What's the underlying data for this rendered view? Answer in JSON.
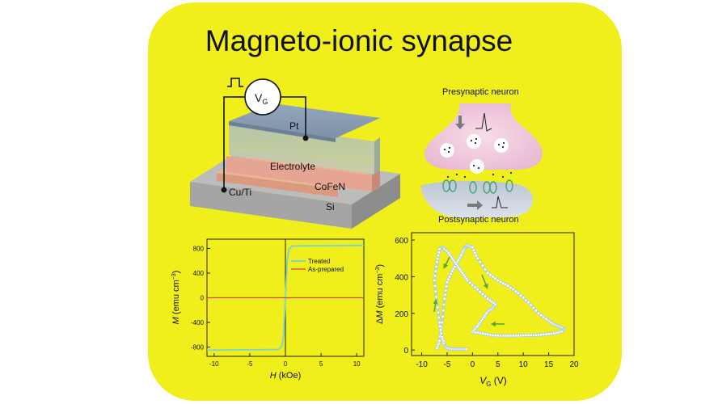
{
  "title": "Magneto-ionic synapse",
  "device": {
    "vg_label": "V",
    "vg_sub": "G",
    "layers": {
      "pt": "Pt",
      "electrolyte": "Electrolyte",
      "cofen": "CoFeN",
      "si": "Si",
      "cuti": "Cu/Ti"
    }
  },
  "neuron": {
    "pre_label": "Presynaptic neuron",
    "post_label": "Postsynaptic neuron"
  },
  "colors": {
    "panel": "#f0ef1c",
    "treated": "#7fd6c6",
    "as_prepared": "#d8453b",
    "data_points": "#a9c9de",
    "arrow": "#5aa83a"
  },
  "chart_data": [
    {
      "type": "line",
      "xlabel_italic": "H",
      "xlabel_rest": " (kOe)",
      "ylabel_italic": "M",
      "ylabel_rest": " (emu cm",
      "ylabel_sup": "−3",
      "ylabel_close": ")",
      "xlim": [
        -11,
        11
      ],
      "ylim": [
        -950,
        950
      ],
      "xticks": [
        -10,
        -5,
        0,
        5,
        10
      ],
      "xtick_labels": [
        "-10",
        "-5",
        "0",
        "5",
        "10"
      ],
      "yticks": [
        -800,
        -400,
        0,
        400,
        800
      ],
      "ytick_labels": [
        "-800",
        "-400",
        "0",
        "400",
        "800"
      ],
      "legend": [
        "Treated",
        "As-prepared"
      ],
      "series": [
        {
          "name": "Treated",
          "x": [
            -11,
            -1.0,
            -0.5,
            -0.25,
            0,
            0.25,
            0.5,
            1.0,
            11
          ],
          "y": [
            -850,
            -840,
            -790,
            -600,
            0,
            600,
            790,
            840,
            850
          ]
        },
        {
          "name": "As-prepared",
          "x": [
            -11,
            11
          ],
          "y": [
            0,
            0
          ]
        }
      ]
    },
    {
      "type": "scatter",
      "xlabel_italic": "V",
      "xlabel_sub": "G",
      "xlabel_rest": " (V)",
      "ylabel_delta": "Δ",
      "ylabel_italic": "M",
      "ylabel_rest": " (emu cm",
      "ylabel_sup": "−3",
      "ylabel_close": ")",
      "xlim": [
        -12,
        20
      ],
      "ylim": [
        -30,
        640
      ],
      "xticks": [
        -10,
        -5,
        0,
        5,
        10,
        15,
        20
      ],
      "xtick_labels": [
        "-10",
        "-5",
        "0",
        "5",
        "10",
        "15",
        "20"
      ],
      "yticks": [
        0,
        200,
        400,
        600
      ],
      "ytick_labels": [
        "0",
        "200",
        "400",
        "600"
      ],
      "loop": {
        "x": [
          -7,
          -6.5,
          -6,
          -5.5,
          -5,
          -4,
          -3,
          -2,
          -1.5,
          -1,
          0,
          1,
          3,
          5,
          7,
          9,
          11,
          13,
          15,
          16,
          17,
          18,
          17.5,
          16,
          14,
          12,
          10,
          8,
          6,
          4,
          2,
          0,
          1,
          2,
          3,
          4,
          4.5,
          3,
          1,
          -1,
          -2,
          -3,
          -4,
          -5,
          -6,
          -6.5,
          -7,
          -7.5,
          -7,
          -6.5,
          -6,
          -5.5,
          -5,
          -4,
          -3,
          -2,
          -1
        ],
        "y": [
          10,
          50,
          150,
          280,
          370,
          430,
          480,
          530,
          560,
          570,
          560,
          500,
          420,
          380,
          350,
          310,
          260,
          200,
          160,
          140,
          130,
          115,
          100,
          90,
          85,
          80,
          80,
          78,
          78,
          80,
          90,
          100,
          130,
          170,
          210,
          230,
          250,
          280,
          330,
          380,
          420,
          460,
          500,
          540,
          560,
          550,
          480,
          380,
          260,
          150,
          70,
          25,
          10,
          5,
          5,
          5,
          5
        ]
      }
    }
  ]
}
